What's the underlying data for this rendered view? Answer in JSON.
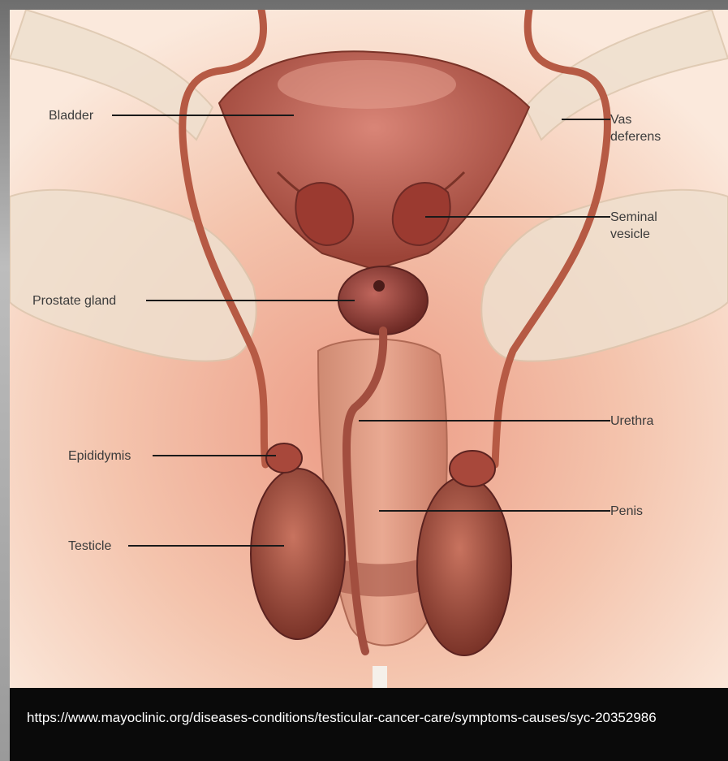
{
  "diagram": {
    "labels": {
      "bladder": "Bladder",
      "vas_deferens": "Vas\ndeferens",
      "seminal_vesicle": "Seminal\nvesicle",
      "prostate_gland": "Prostate gland",
      "epididymis": "Epididymis",
      "urethra": "Urethra",
      "penis": "Penis",
      "testicle": "Testicle"
    }
  },
  "caption": {
    "source_url": "https://www.mayoclinic.org/diseases-conditions/testicular-cancer-care/symptoms-causes/syc-20352986"
  },
  "colors": {
    "label_text": "#3b3b3b",
    "leader_line": "#1a1a1a",
    "tissue_light": "#f6d2bf",
    "tissue_mid": "#e2907d",
    "organ_dark": "#8a3a30",
    "caption_bg": "#0a0a0a",
    "caption_text": "#ffffff"
  }
}
